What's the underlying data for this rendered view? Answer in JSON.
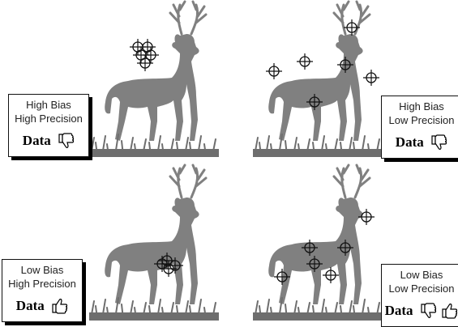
{
  "panels": [
    {
      "id": "top-left",
      "label": [
        "High Bias",
        "High Precision"
      ],
      "data_word": "Data",
      "thumbs": [
        "thumbs-down-icon"
      ]
    },
    {
      "id": "top-right",
      "label": [
        "High Bias",
        "Low Precision"
      ],
      "data_word": "Data",
      "thumbs": [
        "thumbs-down-icon"
      ]
    },
    {
      "id": "bottom-left",
      "label": [
        "Low Bias",
        "High Precision"
      ],
      "data_word": "Data",
      "thumbs": [
        "thumbs-up-icon"
      ]
    },
    {
      "id": "bottom-right",
      "label": [
        "Low Bias",
        "Low Precision"
      ],
      "data_word": "Data",
      "thumbs": [
        "thumbs-down-icon",
        "thumbs-up-icon"
      ]
    }
  ],
  "colors": {
    "deer": "#808080",
    "grass": "#6e6e6e",
    "reticle": "#111111",
    "box_border": "#111111"
  }
}
